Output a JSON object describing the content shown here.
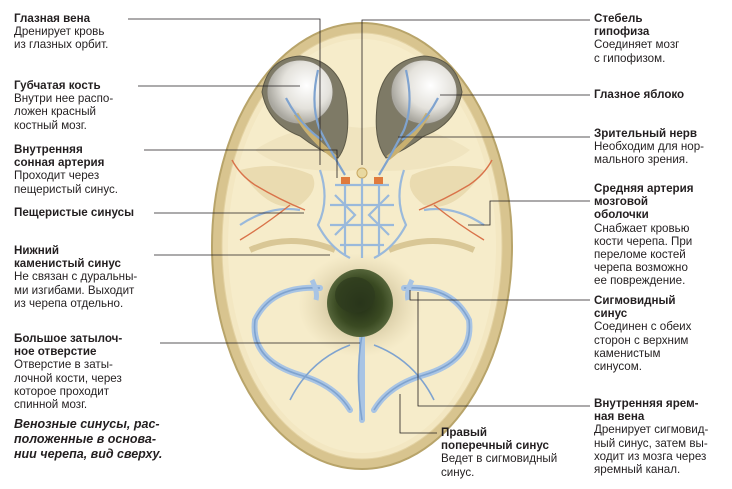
{
  "labels": {
    "eye_vein": {
      "title": [
        "Глазная вена"
      ],
      "desc": [
        "Дренирует кровь",
        "из глазных орбит."
      ]
    },
    "spongy_bone": {
      "title": [
        "Губчатая кость"
      ],
      "desc": [
        "Внутри нее распо-",
        "ложен красный",
        "костный мозг."
      ]
    },
    "internal_carotid": {
      "title": [
        "Внутренняя",
        "сонная артерия"
      ],
      "desc": [
        "Проходит через",
        "пещеристый синус."
      ]
    },
    "cavernous_sinuses": {
      "title": [
        "Пещеристые синусы"
      ],
      "desc": []
    },
    "inferior_petrosal": {
      "title": [
        "Нижний",
        "каменистый синус"
      ],
      "desc": [
        "Не связан с дуральны-",
        "ми изгибами. Выходит",
        "из черепа отдельно."
      ]
    },
    "foramen_magnum": {
      "title": [
        "Большое затылоч-",
        "ное отверстие"
      ],
      "desc": [
        "Отверстие в заты-",
        "лочной кости, через",
        "которое проходит",
        "спинной мозг."
      ]
    },
    "pituitary_stalk": {
      "title": [
        "Стебель",
        "гипофиза"
      ],
      "desc": [
        "Соединяет мозг",
        "с гипофизом."
      ]
    },
    "eyeball": {
      "title": [
        "Глазное яблоко"
      ],
      "desc": []
    },
    "optic_nerve": {
      "title": [
        "Зрительный нерв"
      ],
      "desc": [
        "Необходим для нор-",
        "мального зрения."
      ]
    },
    "middle_meningeal": {
      "title": [
        "Средняя артерия",
        "мозговой",
        "оболочки"
      ],
      "desc": [
        "Снабжает кровью",
        "кости черепа. При",
        "переломе костей",
        "черепа возможно",
        "ее повреждение."
      ]
    },
    "sigmoid_sinus": {
      "title": [
        "Сигмовидный",
        "синус"
      ],
      "desc": [
        "Соединен с обеих",
        "сторон с верхним",
        "каменистым",
        "синусом."
      ]
    },
    "internal_jugular": {
      "title": [
        "Внутренняя ярем-",
        "ная вена"
      ],
      "desc": [
        "Дренирует сигмовид-",
        "ный синус, затем вы-",
        "ходит из мозга через",
        "яремный канал."
      ]
    },
    "right_transverse": {
      "title": [
        "Правый",
        "поперечный синус"
      ],
      "desc": [
        "Ведет в сигмовидный",
        "синус."
      ]
    }
  },
  "caption": [
    "Венозные синусы, рас-",
    "положенные в основа-",
    "нии черепа, вид сверху."
  ]
}
